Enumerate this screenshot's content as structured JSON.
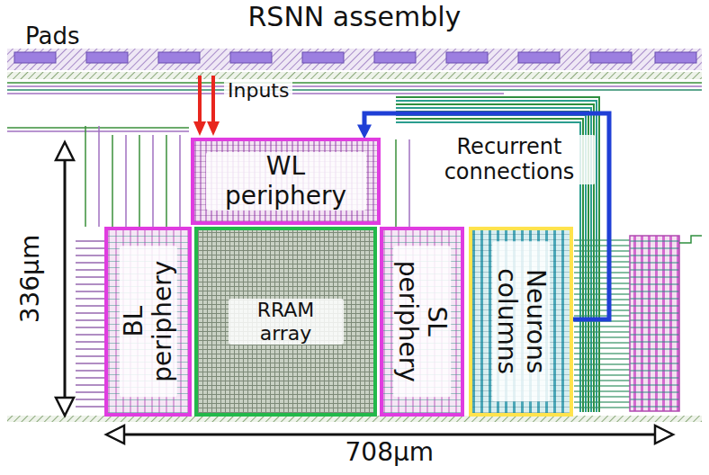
{
  "diagram": {
    "title": "RSNN assembly",
    "nodes": [
      {
        "text": [
          "WL periphery"
        ]
      },
      {
        "text": [
          "BL periphery"
        ]
      },
      {
        "text": [
          "RRAM array"
        ]
      },
      {
        "text": [
          "SL periphery"
        ]
      },
      {
        "text": [
          "Neurons columns"
        ]
      }
    ],
    "edges": [
      {
        "from": 4,
        "to": 0,
        "arrow": "to",
        "label": "Recurrent connections"
      }
    ],
    "labels": [
      "Pads",
      "Inputs",
      "336µm",
      "708µm"
    ]
  }
}
